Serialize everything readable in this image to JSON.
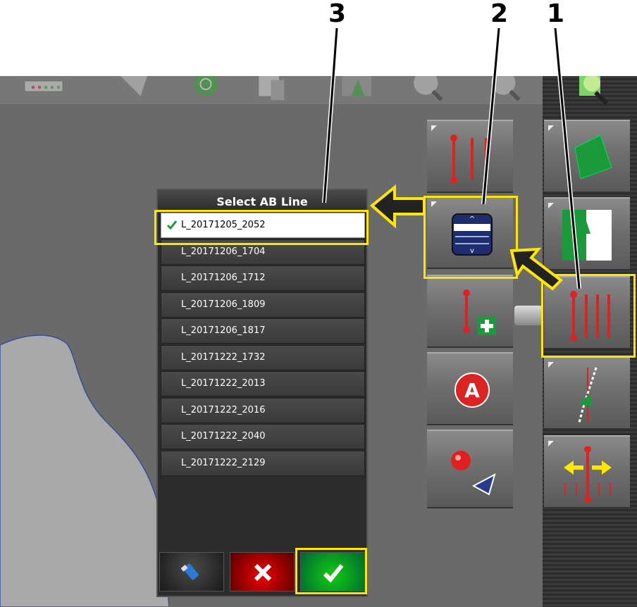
{
  "callouts": [
    "3",
    "2",
    "1"
  ],
  "panel": {
    "title": "Select AB Line",
    "selected_index": 0,
    "items": [
      {
        "label": "L_20171205_2052"
      },
      {
        "label": "L_20171206_1704"
      },
      {
        "label": "L_20171206_1712"
      },
      {
        "label": "L_20171206_1809"
      },
      {
        "label": "L_20171206_1817"
      },
      {
        "label": "L_20171222_1732"
      },
      {
        "label": "L_20171222_2013"
      },
      {
        "label": "L_20171222_2016"
      },
      {
        "label": "L_20171222_2040"
      },
      {
        "label": "L_20171222_2129"
      }
    ],
    "buttons": [
      {
        "name": "usb-button",
        "icon": "usb-icon"
      },
      {
        "name": "cancel-button",
        "icon": "close-icon"
      },
      {
        "name": "confirm-button",
        "icon": "check-icon"
      }
    ]
  },
  "toolbar_icons": [
    "status-icon",
    "arrow-icon",
    "gps-icon",
    "cube-icon",
    "grid-icon",
    "zoom-in-icon",
    "zoom-out-icon",
    "map-search-icon"
  ],
  "side_buttons_middle": [
    "guidance-lines-icon",
    "list-scroll-icon",
    "add-line-icon",
    "point-a-icon",
    "mark-point-icon"
  ],
  "side_buttons_right": [
    "field-icon",
    "tree-field-icon",
    "ab-lines-icon",
    "curve-guidance-icon",
    "shift-line-icon"
  ],
  "colors": {
    "highlight": "#ffe600",
    "red": "#e02020",
    "green": "#1a9a3a",
    "blue": "#2a3a8c"
  }
}
